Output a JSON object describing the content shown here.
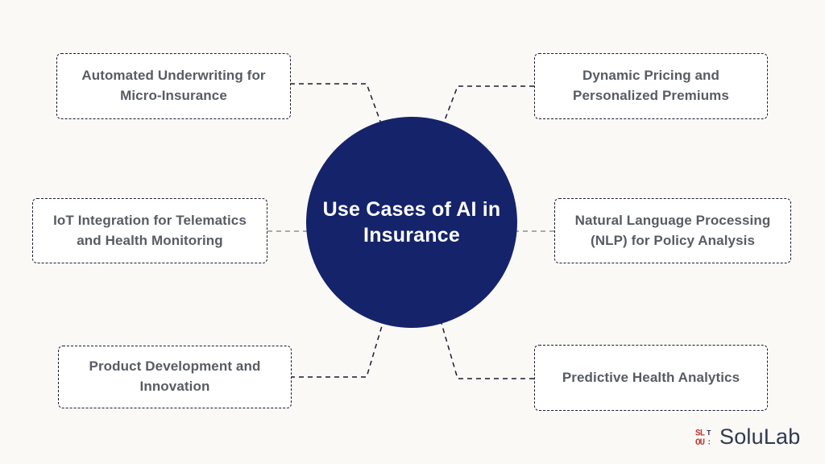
{
  "diagram": {
    "center": {
      "title_lines": [
        "Use Cases of AI in",
        "Insurance"
      ],
      "circle_color": "#15236B",
      "text_color": "#FFFFFF"
    },
    "nodes": [
      {
        "id": "automated-underwriting",
        "label": "Automated Underwriting for Micro-Insurance"
      },
      {
        "id": "dynamic-pricing",
        "label": "Dynamic Pricing and Personalized Premiums"
      },
      {
        "id": "iot-integration",
        "label": "IoT Integration for Telematics and Health Monitoring"
      },
      {
        "id": "nlp-policy-analysis",
        "label": "Natural Language Processing (NLP) for Policy Analysis"
      },
      {
        "id": "product-development",
        "label": "Product Development and Innovation"
      },
      {
        "id": "predictive-health",
        "label": "Predictive Health Analytics"
      }
    ],
    "styles": {
      "background": "#FAF9F6",
      "node_fill": "#FFFFFF",
      "node_border_color": "#1B1B2F",
      "node_text_color": "#575C64",
      "connector_dark": "#1B1B2F",
      "connector_gray": "#8F8F8F"
    }
  },
  "footer": {
    "logo_text": "SoluLab",
    "logo_accent_color": "#C23B33",
    "logo_text_color": "#2F3A4F"
  }
}
